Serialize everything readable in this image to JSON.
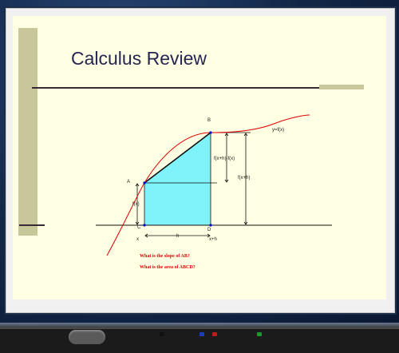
{
  "slide": {
    "title": "Calculus Review",
    "diagram": {
      "points": {
        "a": "A",
        "b": "B",
        "c": "C",
        "d": "D"
      },
      "curve_label": "y=f(x)",
      "labels": {
        "fx": "f(x)",
        "fxh_minus_fx": "f(x+h)-f(x)",
        "fxh": "f(x+h)",
        "h": "h",
        "x": "x",
        "xh": "x+h"
      }
    },
    "questions": [
      "What is the slope of AB?",
      "What is the area of ABCD?"
    ]
  },
  "colors": {
    "background": "#13284a",
    "slide": "#ffffe4",
    "title": "#252552",
    "accent_bar": "#c8c79a",
    "curve": "#e00000",
    "region_fill": "#7ff2fa",
    "point": "#0000cc",
    "question_text": "#e00000"
  }
}
